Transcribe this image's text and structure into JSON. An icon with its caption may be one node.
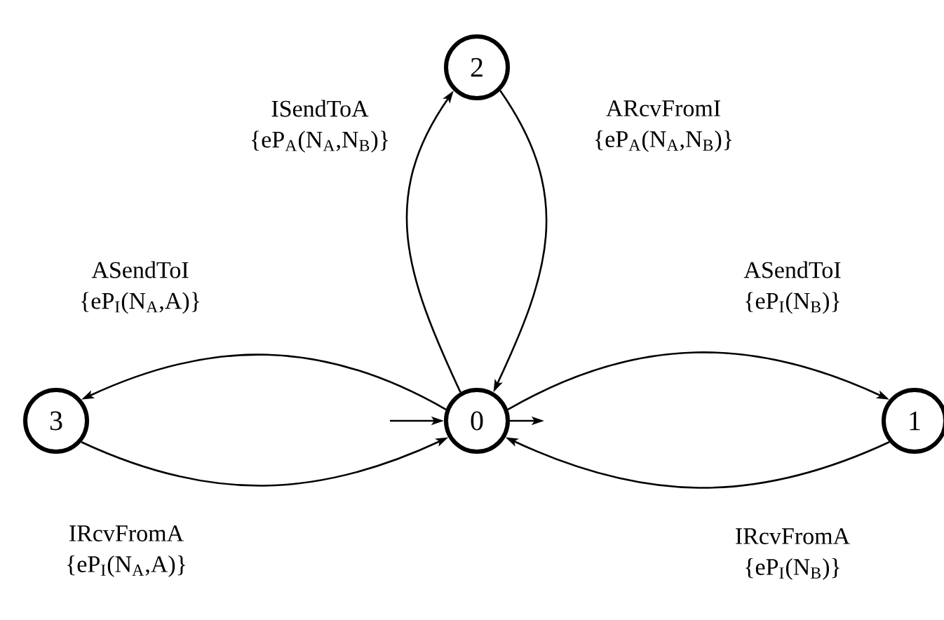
{
  "diagram": {
    "nodes": [
      {
        "text": [
          "0"
        ]
      },
      {
        "text": [
          "1"
        ]
      },
      {
        "text": [
          "2"
        ]
      },
      {
        "text": [
          "3"
        ]
      }
    ],
    "edges": [
      {
        "from": 0,
        "to": 2,
        "arrow": "to",
        "label": "ISendToA {eP$_{A}$(N$_{A}$,N$_{B}$)}"
      },
      {
        "from": 2,
        "to": 0,
        "arrow": "to",
        "label": "ARcvFromI {eP$_{A}$(N$_{A}$,N$_{B}$)}"
      },
      {
        "from": 0,
        "to": 3,
        "arrow": "to",
        "label": "ASendToI {eP$_{I}$(N$_{A}$,A)}"
      },
      {
        "from": 3,
        "to": 0,
        "arrow": "to",
        "label": "IRcvFromA {eP$_{I}$(N$_{A}$,A)}"
      },
      {
        "from": 0,
        "to": 1,
        "arrow": "to",
        "label": "ASendToI {eP$_{I}$(N$_{B}$)}"
      },
      {
        "from": 1,
        "to": 0,
        "arrow": "to",
        "label": "IRcvFromA {eP$_{I}$(N$_{B}$)}"
      },
      {
        "from": null,
        "to": 0,
        "arrow": "to"
      },
      {
        "from": 0,
        "to": null,
        "arrow": "to"
      }
    ]
  }
}
